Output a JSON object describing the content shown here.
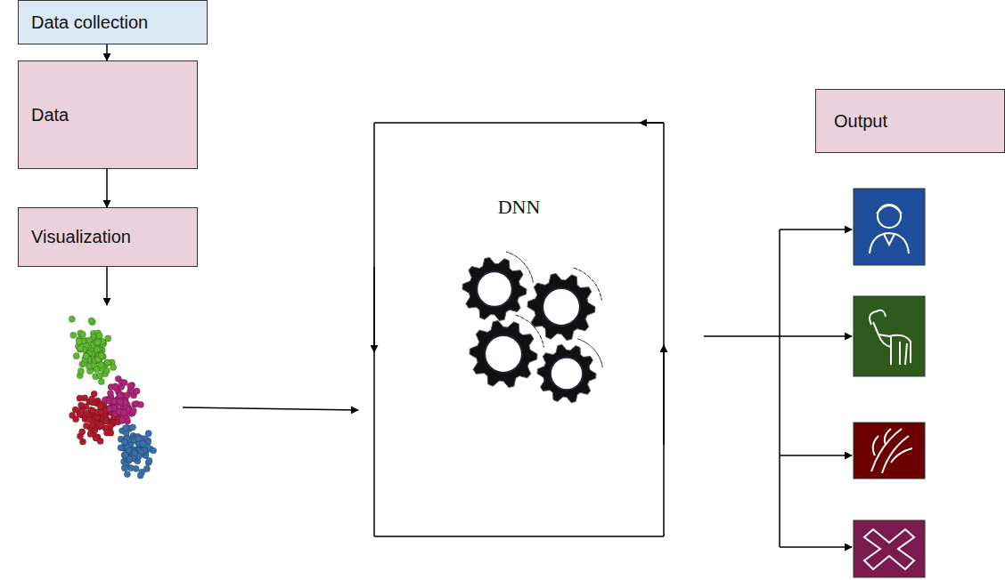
{
  "diagram": {
    "nodes": [
      {
        "text": [
          "Data collection"
        ]
      },
      {
        "text": [
          "Data"
        ]
      },
      {
        "text": [
          "Visualization"
        ]
      },
      {
        "text": [
          "DNN"
        ]
      },
      {
        "text": [
          "Output"
        ]
      }
    ],
    "edges": [
      {
        "from": 0,
        "to": 1,
        "arrow": "to"
      },
      {
        "from": 1,
        "to": 2,
        "arrow": "to"
      }
    ]
  }
}
